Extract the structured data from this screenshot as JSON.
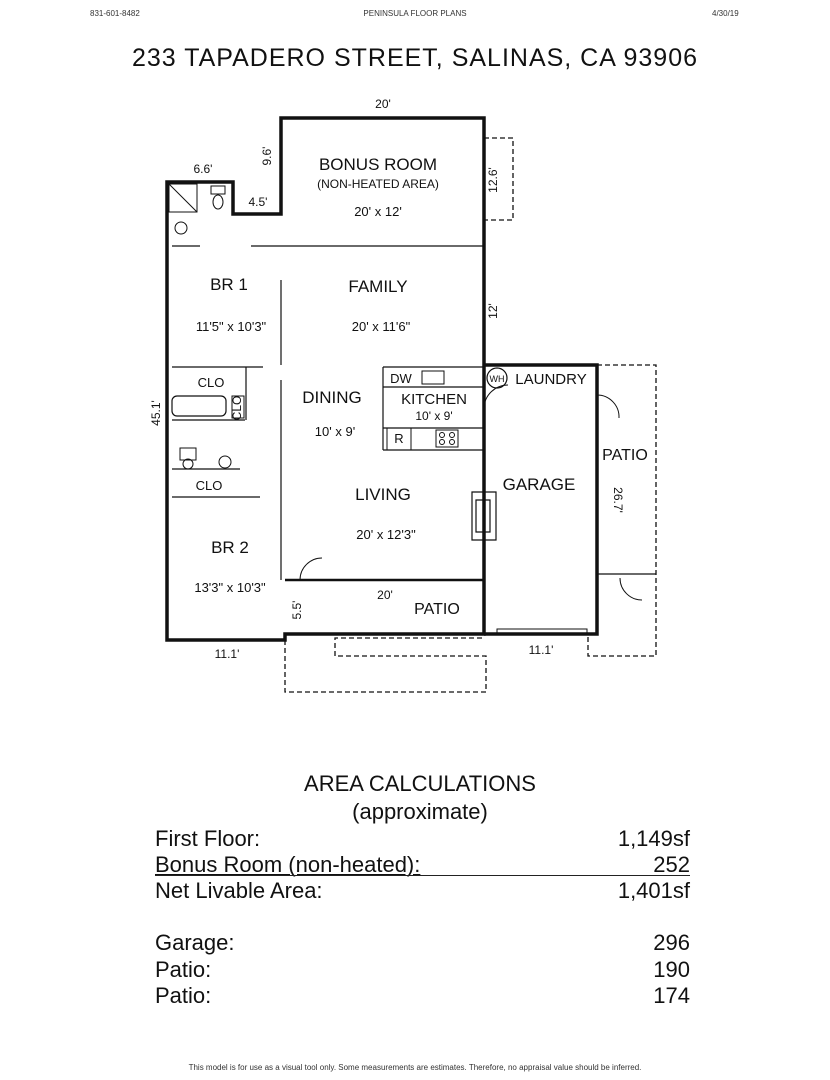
{
  "header": {
    "phone": "831-601-8482",
    "company": "PENINSULA FLOOR PLANS",
    "date": "4/30/19"
  },
  "title": "233 TAPADERO STREET, SALINAS, CA  93906",
  "plan": {
    "rooms": {
      "bonus": "BONUS ROOM",
      "bonus_note": "(NON-HEATED AREA)",
      "bonus_size": "20' x 12'",
      "br1": "BR 1",
      "br1_size": "11'5\" x 10'3\"",
      "family": "FAMILY",
      "family_size": "20' x 11'6\"",
      "clo1": "CLO",
      "clo2": "CLO",
      "clo3": "CLO",
      "dining": "DINING",
      "dining_size": "10' x 9'",
      "dw": "DW",
      "kitchen": "KITCHEN",
      "kitchen_size": "10' x 9'",
      "range": "R",
      "wh": "WH",
      "laundry": "LAUNDRY",
      "living": "LIVING",
      "living_size": "20' x 12'3\"",
      "garage": "GARAGE",
      "patio_right": "PATIO",
      "br2": "BR 2",
      "br2_size": "13'3\" x 10'3\"",
      "patio_bottom": "PATIO"
    },
    "dimensions": {
      "top_width": "20'",
      "bonus_side": "9.6'",
      "bath_width": "6.6'",
      "step": "4.5'",
      "bonus_right": "12.6'",
      "family_right": "12'",
      "left_total": "45.1'",
      "patio_side": "26.7'",
      "patio_width": "20'",
      "patio_depth": "5.5'",
      "bottom_left": "11.1'",
      "bottom_right": "11.1'"
    }
  },
  "area": {
    "title": "AREA CALCULATIONS",
    "subtitle": "(approximate)",
    "rows": [
      {
        "label": "First  Floor:",
        "value": "1,149sf"
      },
      {
        "label": "Bonus Room (non-heated):",
        "value": "252"
      },
      {
        "label": "Net Livable Area:",
        "value": "1,401sf"
      },
      {
        "label": "Garage:",
        "value": "296"
      },
      {
        "label": "Patio:",
        "value": "190"
      },
      {
        "label": "Patio:",
        "value": "174"
      }
    ]
  },
  "footer": "This model is for use as a visual tool only.  Some measurements are estimates.  Therefore, no appraisal value should be inferred."
}
